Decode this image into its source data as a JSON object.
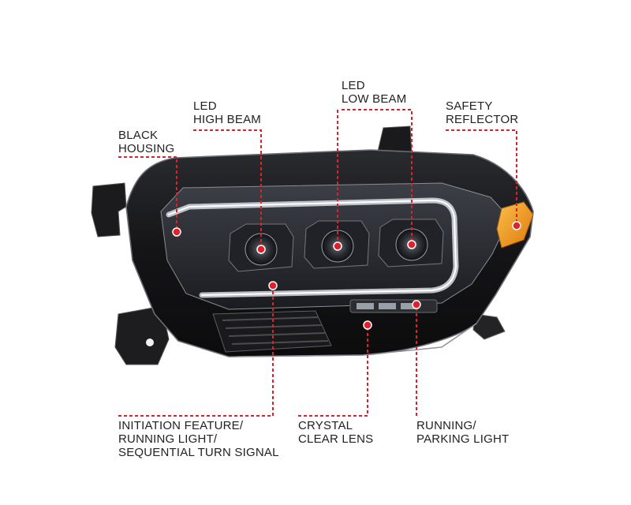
{
  "colors": {
    "leader_line": "#d8232a",
    "marker_dot": "#e0202a",
    "housing": "#141416",
    "reflector": "#f4a11d",
    "text": "#222222"
  },
  "labels": {
    "black_housing": [
      "BLACK",
      "HOUSING"
    ],
    "led_high_beam": [
      "LED",
      "HIGH BEAM"
    ],
    "led_low_beam": [
      "LED",
      "LOW BEAM"
    ],
    "safety_reflector": [
      "SAFETY",
      "REFLECTOR"
    ],
    "initiation_feature": [
      "INITIATION FEATURE/",
      "RUNNING LIGHT/",
      "SEQUENTIAL TURN SIGNAL"
    ],
    "crystal_clear_lens": [
      "CRYSTAL",
      "CLEAR LENS"
    ],
    "running_parking_light": [
      "RUNNING/",
      "PARKING LIGHT"
    ]
  }
}
